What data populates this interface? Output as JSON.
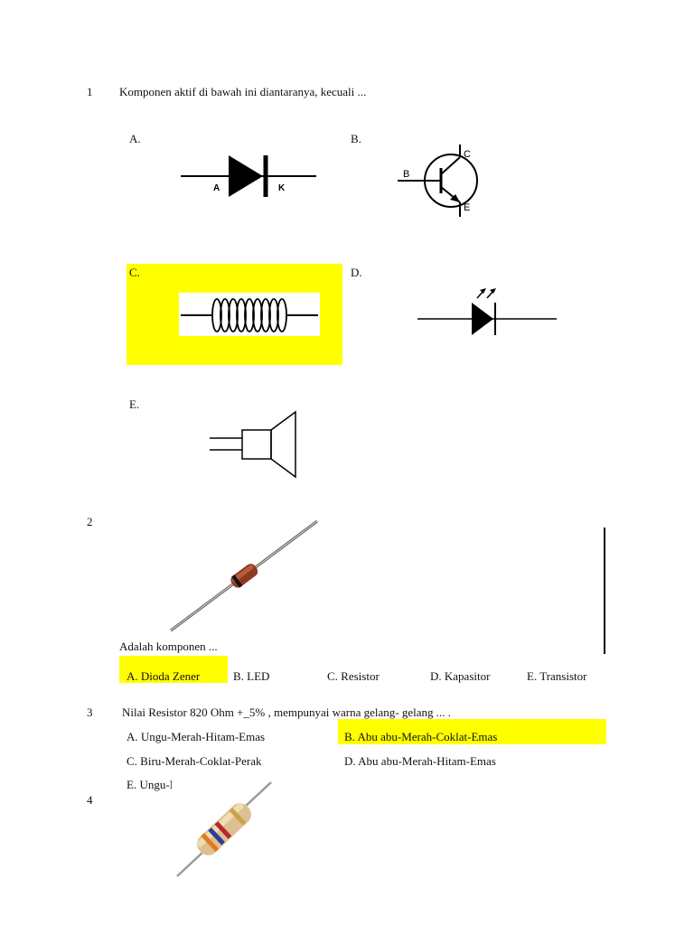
{
  "q1": {
    "number": "1",
    "question": "Komponen aktif di bawah ini diantaranya, kecuali ...",
    "options": [
      {
        "key": "A.",
        "symbol": "diode-symbol",
        "labels": [
          "A",
          "K"
        ]
      },
      {
        "key": "B.",
        "symbol": "transistor-symbol",
        "labels": [
          "B",
          "C",
          "E"
        ]
      },
      {
        "key": "C.",
        "symbol": "inductor-symbol",
        "highlight": "#ffff00"
      },
      {
        "key": "D.",
        "symbol": "led-symbol"
      },
      {
        "key": "E.",
        "symbol": "speaker-symbol"
      }
    ]
  },
  "q2": {
    "number": "2",
    "image": "zener-diode-photo",
    "question": "Adalah komponen ...",
    "options": [
      "A. Dioda Zener",
      "B. LED",
      "C. Resistor",
      "D. Kapasitor",
      "E. Transistor"
    ],
    "highlighted_option": 0
  },
  "q3": {
    "number": "3",
    "question": "Nilai Resistor 820 Ohm +_5% , mempunyai warna gelang- gelang ... .",
    "options": [
      "A. Ungu-Merah-Hitam-Emas",
      "B. Abu abu-Merah-Coklat-Emas",
      "C. Biru-Merah-Coklat-Perak",
      "D. Abu abu-Merah-Hitam-Emas",
      "E. Ungu-Merah-Coklat-Emas"
    ],
    "highlighted_option": 1
  },
  "q4": {
    "number": "4",
    "image": "resistor-photo"
  },
  "colors": {
    "highlight": "#ffff00"
  }
}
